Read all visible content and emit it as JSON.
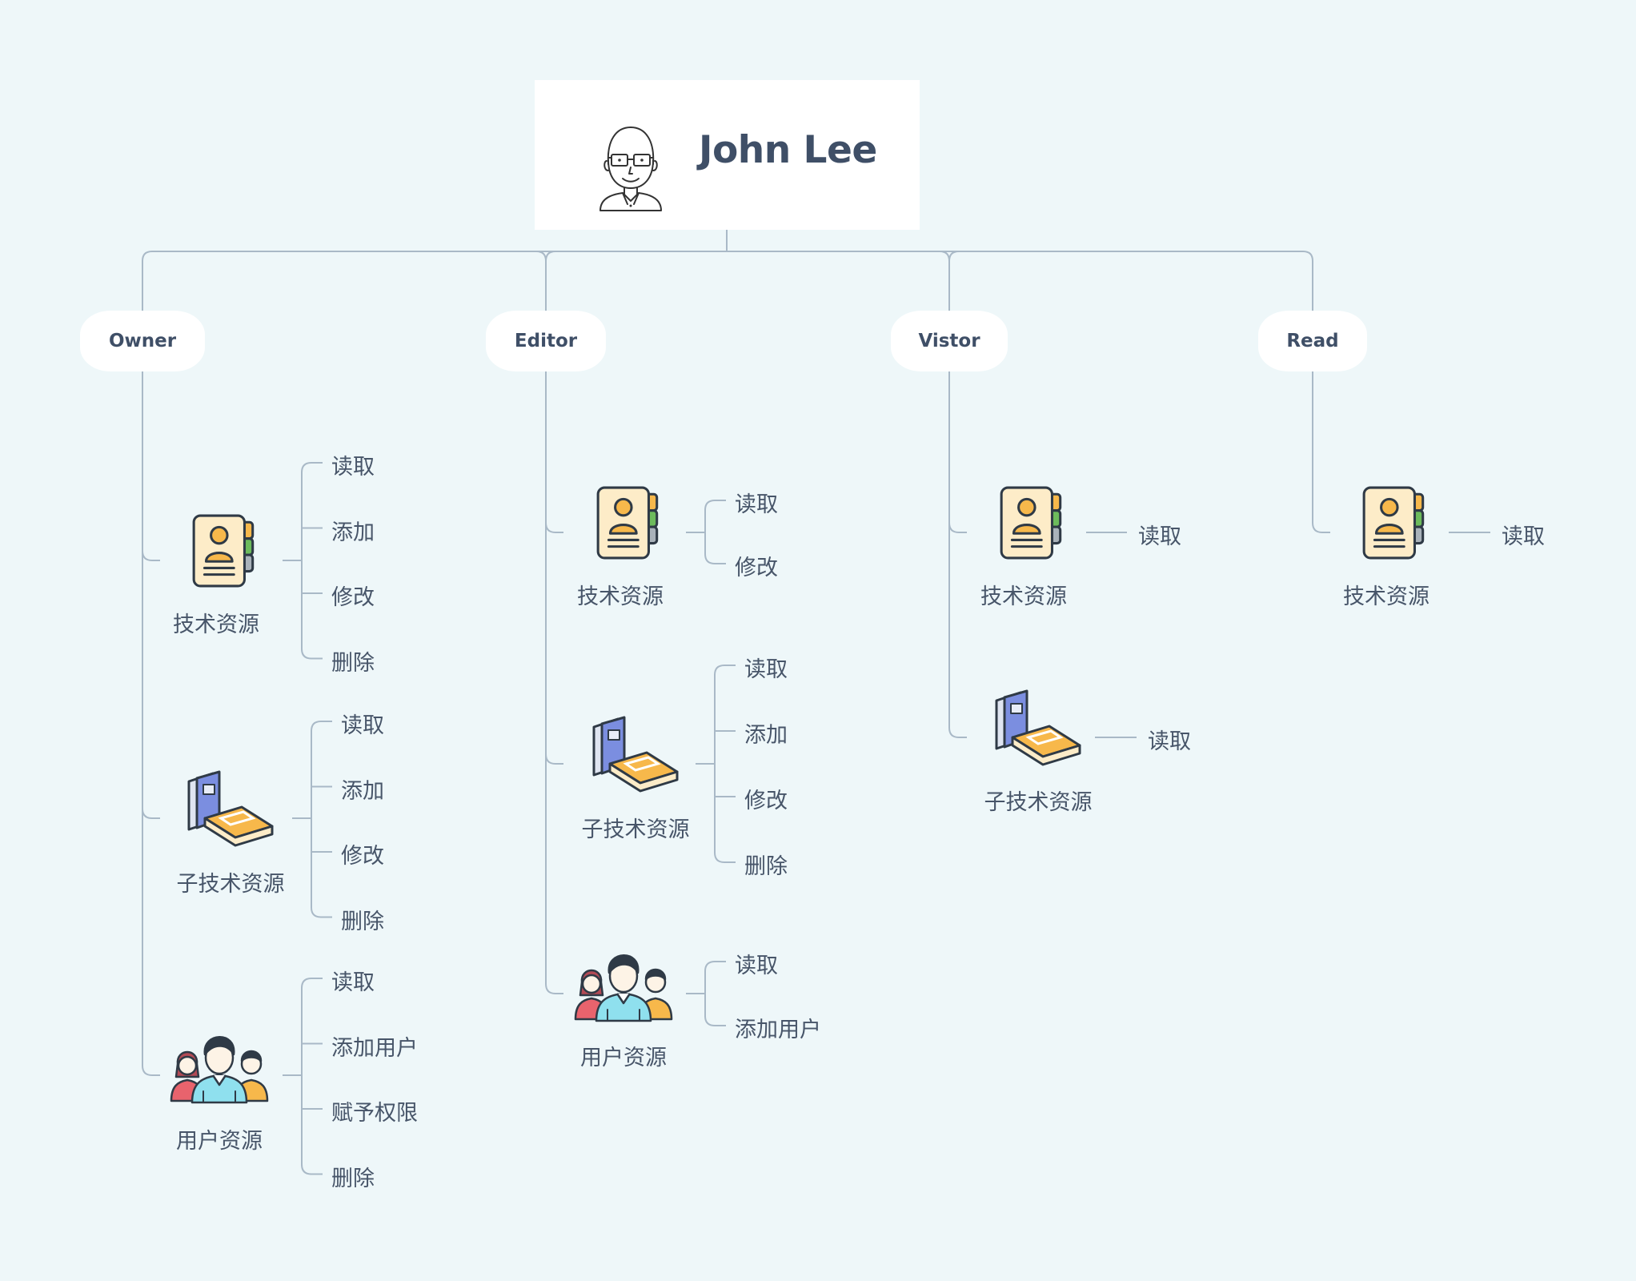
{
  "root": {
    "name": "John Lee",
    "avatar_icon": "man-with-glasses-avatar-icon"
  },
  "categories": [
    {
      "label": "Owner",
      "resources": [
        {
          "label": "技术资源",
          "icon": "contact-card-icon",
          "actions": [
            "读取",
            "添加",
            "修改",
            "删除"
          ]
        },
        {
          "label": "子技术资源",
          "icon": "books-icon",
          "actions": [
            "读取",
            "添加",
            "修改",
            "删除"
          ]
        },
        {
          "label": "用户资源",
          "icon": "users-group-icon",
          "actions": [
            "读取",
            "添加用户",
            "赋予权限",
            "删除"
          ]
        }
      ]
    },
    {
      "label": "Editor",
      "resources": [
        {
          "label": "技术资源",
          "icon": "contact-card-icon",
          "actions": [
            "读取",
            "修改"
          ]
        },
        {
          "label": "子技术资源",
          "icon": "books-icon",
          "actions": [
            "读取",
            "添加",
            "修改",
            "删除"
          ]
        },
        {
          "label": "用户资源",
          "icon": "users-group-icon",
          "actions": [
            "读取",
            "添加用户"
          ]
        }
      ]
    },
    {
      "label": "Vistor",
      "resources": [
        {
          "label": "技术资源",
          "icon": "contact-card-icon",
          "actions": [
            "读取"
          ]
        },
        {
          "label": "子技术资源",
          "icon": "books-icon",
          "actions": [
            "读取"
          ]
        }
      ]
    },
    {
      "label": "Read",
      "resources": [
        {
          "label": "技术资源",
          "icon": "contact-card-icon",
          "actions": [
            "读取"
          ]
        }
      ]
    }
  ],
  "colors": {
    "background": "#eef7f9",
    "connector": "#a9b9c7",
    "text_dark": "#3f4f67",
    "text": "#475569",
    "card_fill": "#fdecc8",
    "accent_orange": "#f7b84b",
    "accent_green": "#6dbb5c",
    "accent_gray": "#a9b2ba",
    "book_blue": "#7b8ee0",
    "user_cyan": "#8fe0ee",
    "user_red": "#e8636d"
  }
}
